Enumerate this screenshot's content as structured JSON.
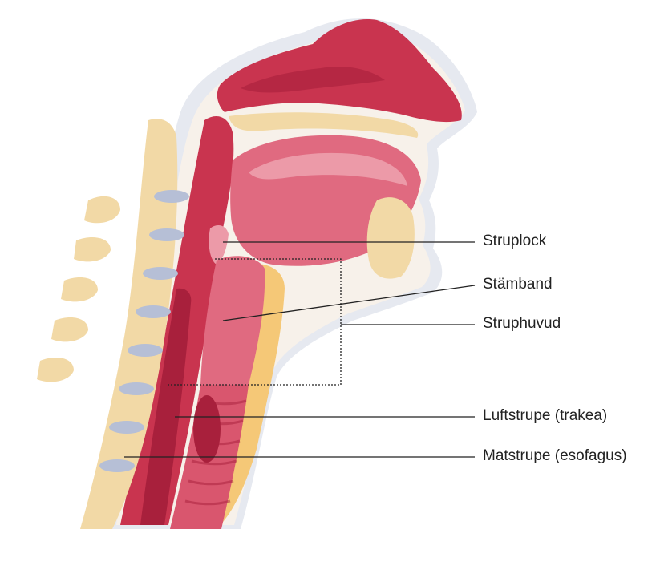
{
  "labels": {
    "epiglottis": "Struplock",
    "vocal_cords": "Stämband",
    "larynx": "Struphuvud",
    "trachea": "Luftstrupe (trakea)",
    "esophagus": "Matstrupe (esofagus)"
  },
  "colors": {
    "background": "#ffffff",
    "skin_outline": "#e3e6ee",
    "tissue_pink": "#e79aa6",
    "muscle_red": "#c9344f",
    "dark_red": "#a8203c",
    "bone_yellow": "#f2d9a6",
    "fat_yellow": "#f5c877",
    "disc_blue": "#b6bfd6",
    "leader_line": "#222222"
  }
}
